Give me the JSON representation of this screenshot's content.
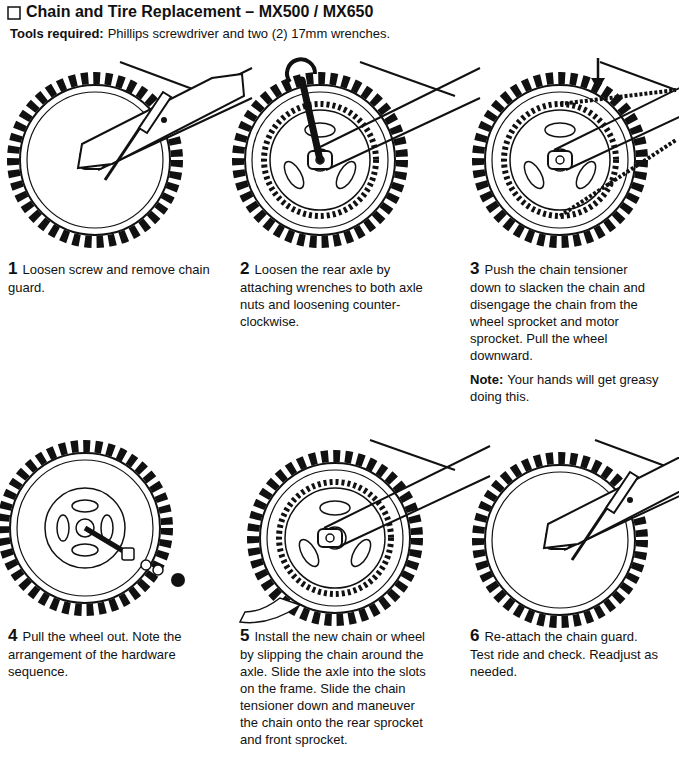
{
  "diagram": {
    "title": "Chain and Tire Replacement – MX500 / MX650",
    "labels": [
      "Tools required:",
      "Phillips screwdriver and two (2) 17mm wrenches.",
      "1",
      "Loosen screw and remove chain guard.",
      "2",
      "Loosen the rear axle by attaching wrenches to both axle nuts and loosening counter-clockwise.",
      "3",
      "Push the chain tensioner down to slacken the chain and disengage the chain from the wheel sprocket and motor sprocket. Pull the wheel downward.",
      "Note:",
      "Your hands will get greasy doing this.",
      "4",
      "Pull the wheel out. Note the arrangement of the hardware sequence.",
      "5",
      "Install the new chain or wheel by slipping the chain around the axle. Slide the axle into the slots on the frame. Slide the chain tensioner down and maneuver the chain onto the rear sprocket and front sprocket.",
      "6",
      "Re-attach the chain guard. Test ride and check. Readjust as needed."
    ]
  }
}
